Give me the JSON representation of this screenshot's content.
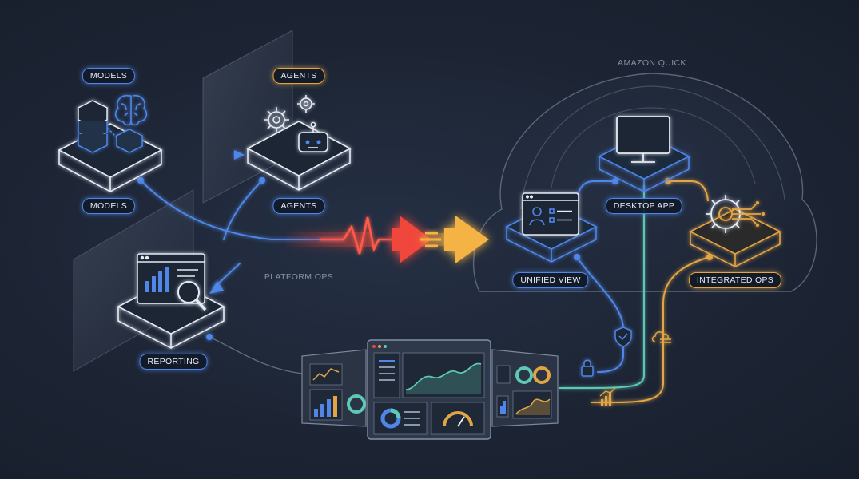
{
  "title": "AMAZON QUICK",
  "platform_label": "PLATFORM OPS",
  "labels": {
    "models_top": "MODELS",
    "models_bottom": "MODELS",
    "agents_top": "AGENTS",
    "agents_bottom": "AGENTS",
    "reporting": "REPORTING",
    "desktop_app": "DESKTOP APP",
    "unified_view": "UNIFIED VIEW",
    "integrated_ops": "INTEGRATED OPS"
  },
  "colors": {
    "background": "#1c2433",
    "blue_accent": "#4f86e8",
    "orange_accent": "#e3a544",
    "teal_accent": "#5ec8b4",
    "red_arrow": "#f0463c",
    "node_outline": "#e6ecf5"
  },
  "icons": [
    "cube-stack-icon",
    "brain-icon",
    "gear-icon",
    "robot-icon",
    "report-chart-icon",
    "magnifier-icon",
    "monitor-icon",
    "profile-window-icon",
    "gear-circuit-icon",
    "shield-check-icon",
    "cloud-sync-icon",
    "lock-icon",
    "bar-chart-icon",
    "heartbeat-arrow-icon",
    "dashboard-icon"
  ]
}
